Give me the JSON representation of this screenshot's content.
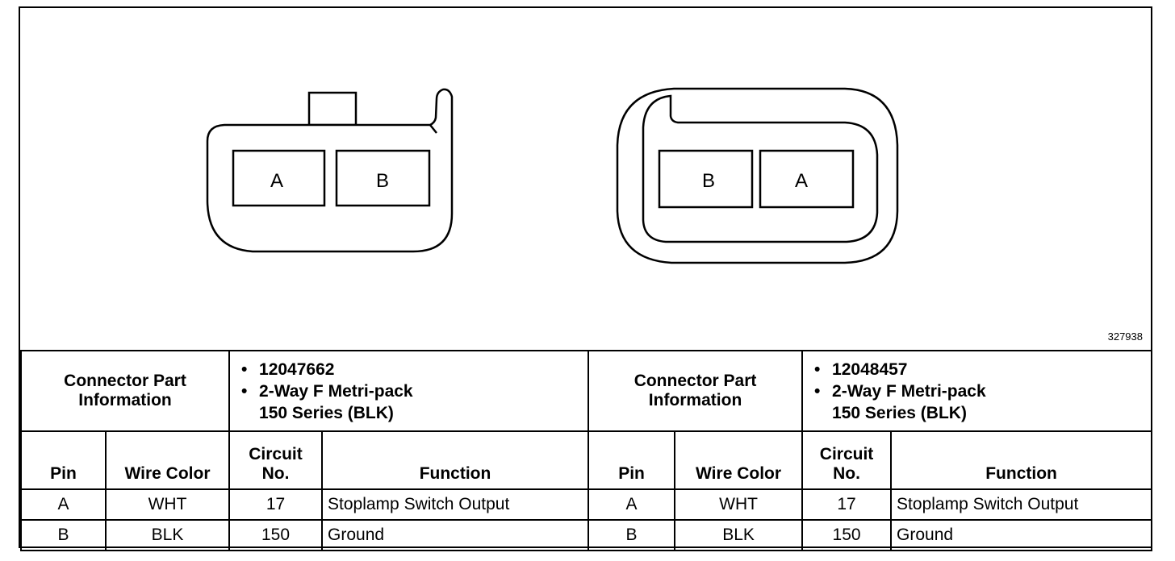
{
  "figure_id": "327938",
  "left_connector": {
    "pins": [
      "A",
      "B"
    ]
  },
  "right_connector": {
    "pins": [
      "B",
      "A"
    ]
  },
  "tables": [
    {
      "info_label": "Connector Part Information",
      "part_number": "12047662",
      "description_line1": "2-Way F Metri-pack",
      "description_line2": "150 Series (BLK)",
      "headers": {
        "pin": "Pin",
        "wire_color": "Wire Color",
        "circuit": "Circuit No.",
        "function": "Function"
      },
      "rows": [
        {
          "pin": "A",
          "wire_color": "WHT",
          "circuit": "17",
          "function": "Stoplamp Switch Output"
        },
        {
          "pin": "B",
          "wire_color": "BLK",
          "circuit": "150",
          "function": "Ground"
        }
      ]
    },
    {
      "info_label": "Connector Part Information",
      "part_number": "12048457",
      "description_line1": "2-Way F Metri-pack",
      "description_line2": "150 Series (BLK)",
      "headers": {
        "pin": "Pin",
        "wire_color": "Wire Color",
        "circuit": "Circuit No.",
        "function": "Function"
      },
      "rows": [
        {
          "pin": "A",
          "wire_color": "WHT",
          "circuit": "17",
          "function": "Stoplamp Switch Output"
        },
        {
          "pin": "B",
          "wire_color": "BLK",
          "circuit": "150",
          "function": "Ground"
        }
      ]
    }
  ]
}
